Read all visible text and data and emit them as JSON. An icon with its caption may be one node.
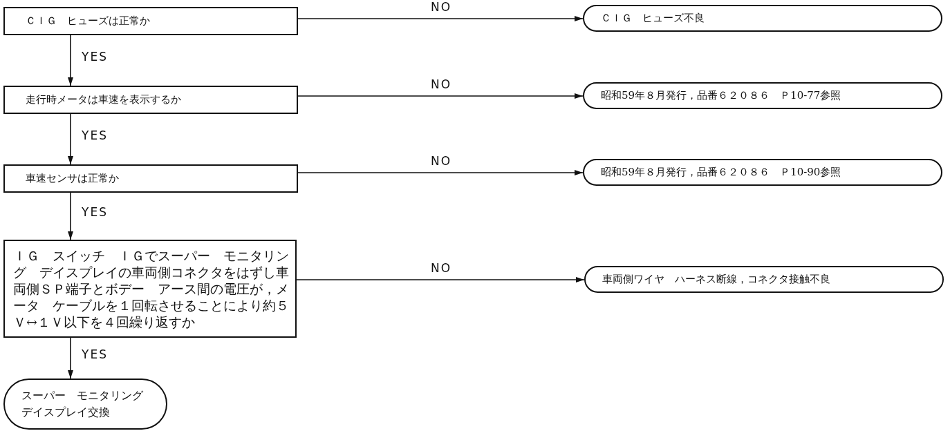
{
  "diagram": {
    "nodes": [
      {
        "text": [
          "ＣＩＧ　ヒューズは正常か"
        ]
      },
      {
        "text": [
          "ＣＩＧ　ヒューズ不良"
        ]
      },
      {
        "text": [
          "走行時メータは車速を表示するか"
        ]
      },
      {
        "text": [
          "昭和59年８月発行，品番６２０８６　Ｐ10-77参照"
        ]
      },
      {
        "text": [
          "車速センサは正常か"
        ]
      },
      {
        "text": [
          "昭和59年８月発行，品番６２０８６　Ｐ10-90参照"
        ]
      },
      {
        "text": [
          "ＩＧ　スイッチ　ＩＧでスーパー　モニタリング　デイスプレイの車両側コネクタをはずし車両側ＳＰ端子とボデー　アース間の電圧が，メータ　ケーブルを１回転させることにより約５Ｖ↔１Ｖ以下を４回繰り返すか"
        ]
      },
      {
        "text": [
          "車両側ワイヤ　ハーネス断線，コネクタ接触不良"
        ]
      },
      {
        "text": [
          "スーパー　モニタリングデイスプレイ交換"
        ]
      }
    ],
    "edges": [
      {
        "from": 0,
        "to": 1,
        "arrow": "to",
        "label": "NO"
      },
      {
        "from": 0,
        "to": 2,
        "arrow": "to",
        "label": "YES"
      },
      {
        "from": 2,
        "to": 3,
        "arrow": "to",
        "label": "NO"
      },
      {
        "from": 2,
        "to": 4,
        "arrow": "to",
        "label": "YES"
      },
      {
        "from": 4,
        "to": 5,
        "arrow": "to",
        "label": "NO"
      },
      {
        "from": 4,
        "to": 6,
        "arrow": "to",
        "label": "YES"
      },
      {
        "from": 6,
        "to": 7,
        "arrow": "to",
        "label": "NO"
      },
      {
        "from": 6,
        "to": 8,
        "arrow": "to",
        "label": "YES"
      }
    ]
  }
}
